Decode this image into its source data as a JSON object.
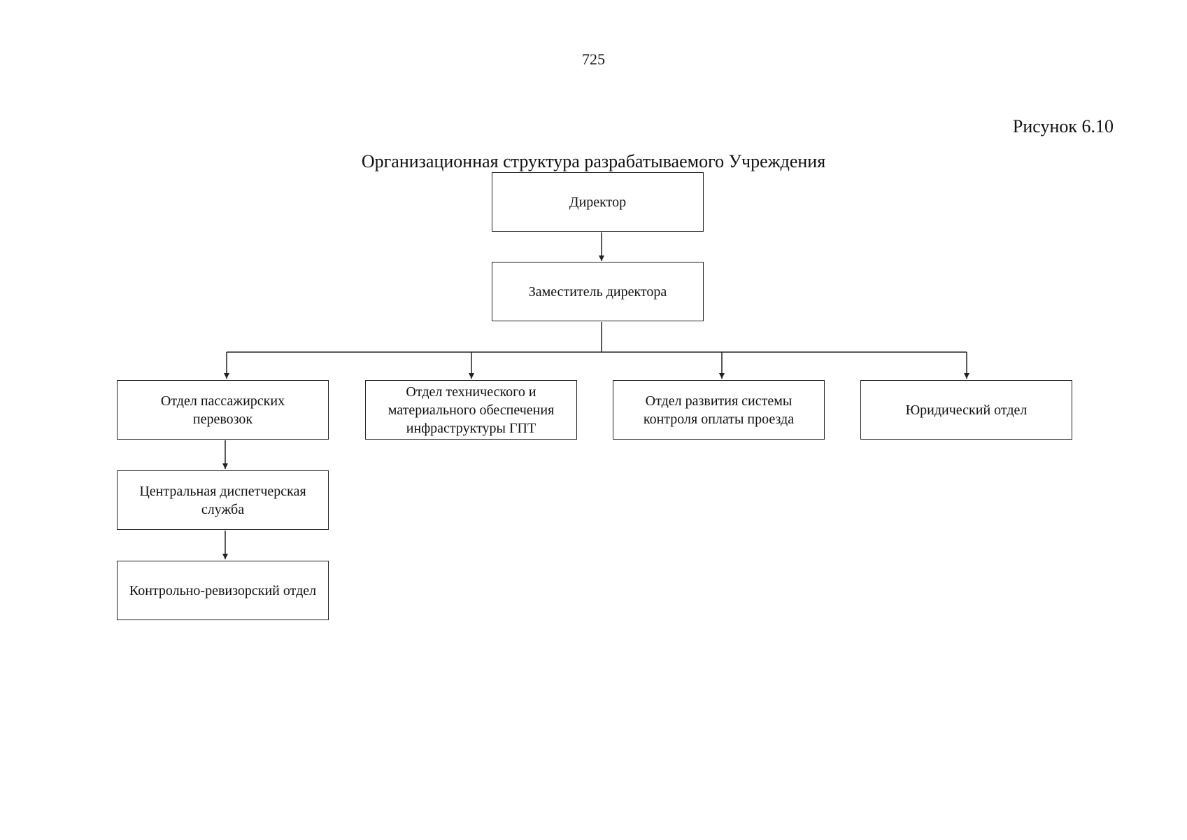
{
  "page": {
    "number": "725",
    "figure_label": "Рисунок 6.10",
    "title": "Организационная структура разрабатываемого Учреждения"
  },
  "diagram": {
    "nodes": [
      {
        "id": "director",
        "label": "Директор"
      },
      {
        "id": "deputy",
        "label": "Заместитель директора"
      },
      {
        "id": "passenger",
        "label": "Отдел пассажирских перевозок"
      },
      {
        "id": "technical",
        "label": "Отдел технического и материального обеспечения инфраструктуры ГПТ"
      },
      {
        "id": "fare",
        "label": "Отдел развития системы контроля оплаты проезда"
      },
      {
        "id": "legal",
        "label": "Юридический отдел"
      },
      {
        "id": "dispatch",
        "label": "Центральная диспетчерская служба"
      },
      {
        "id": "audit",
        "label": "Контрольно-ревизорский отдел"
      }
    ],
    "edges": [
      {
        "from": "director",
        "to": "deputy"
      },
      {
        "from": "deputy",
        "to": "passenger"
      },
      {
        "from": "deputy",
        "to": "technical"
      },
      {
        "from": "deputy",
        "to": "fare"
      },
      {
        "from": "deputy",
        "to": "legal"
      },
      {
        "from": "passenger",
        "to": "dispatch"
      },
      {
        "from": "dispatch",
        "to": "audit"
      }
    ],
    "line_color": "#222222"
  }
}
